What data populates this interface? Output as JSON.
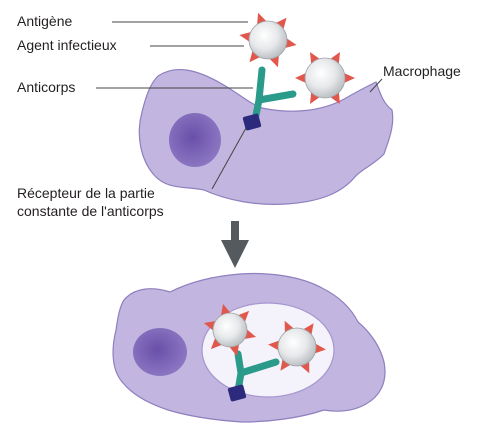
{
  "labels": {
    "antigen": "Antigène",
    "infectious_agent": "Agent infectieux",
    "antibody": "Anticorps",
    "macrophage": "Macrophage",
    "receptor_line1": "Récepteur de la partie",
    "receptor_line2": "constante de l'anticorps"
  },
  "colors": {
    "cell_fill": "#c2b6e0",
    "cell_stroke": "#8e7fbf",
    "nucleus": "#7f66b8",
    "vacuole": "#f4f2fa",
    "antibody": "#2a9a8a",
    "receptor": "#2b2a7c",
    "antigen_spike": "#e2574c",
    "agent": "#e4e6e8",
    "arrow": "#555a5e"
  }
}
